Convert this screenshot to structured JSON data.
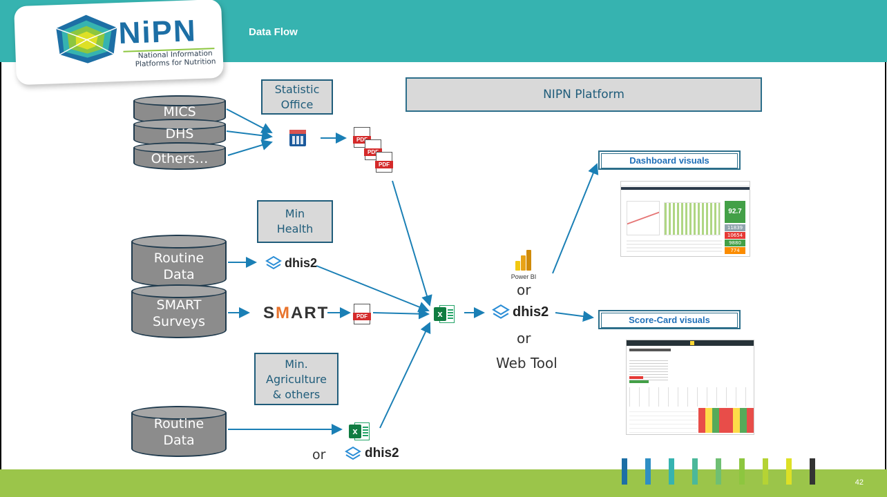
{
  "header": {
    "title": "Data Flow",
    "logo_word": "NiPN",
    "logo_subtitle_line1": "National Information",
    "logo_subtitle_line2": "Platforms for Nutrition"
  },
  "sources": {
    "mics": "MICS",
    "dhs": "DHS",
    "others": "Others…",
    "routine1_line1": "Routine",
    "routine1_line2": "Data",
    "smart_line1": "SMART",
    "smart_line2": "Surveys",
    "routine2_line1": "Routine",
    "routine2_line2": "Data"
  },
  "institutions": {
    "statistic_line1": "Statistic",
    "statistic_line2": "Office",
    "health_line1": "Min",
    "health_line2": "Health",
    "agri_line1": "Min.",
    "agri_line2": "Agriculture",
    "agri_line3": "& others"
  },
  "tools": {
    "dhis2_1": "dhis2",
    "dhis2_2": "dhis2",
    "dhis2_3": "dhis2",
    "smart_logo_s": "S",
    "smart_logo_m": "M",
    "smart_logo_rest": "ART",
    "pdf_label": "PDF",
    "powerbi_label": "Power BI",
    "or_1": "or",
    "or_2": "or",
    "or_3": "or",
    "web_tool": "Web Tool"
  },
  "platform": {
    "title": "NIPN Platform"
  },
  "outputs": {
    "dashboard": "Dashboard visuals",
    "scorecard": "Score-Card visuals",
    "dashboard_kpi": "92.7",
    "dashboard_values": [
      "11839",
      "10654",
      "9880",
      "774"
    ]
  },
  "footer": {
    "slide_number": "42"
  },
  "colors": {
    "teal": "#36b3b0",
    "green": "#9bc54a",
    "arrow": "#1a7fb5",
    "stripes": [
      "#1d6fa5",
      "#2f8fc4",
      "#36b3b0",
      "#4bb89a",
      "#6fbf73",
      "#8dc63f",
      "#b5d334",
      "#dde026",
      "#333333"
    ]
  }
}
